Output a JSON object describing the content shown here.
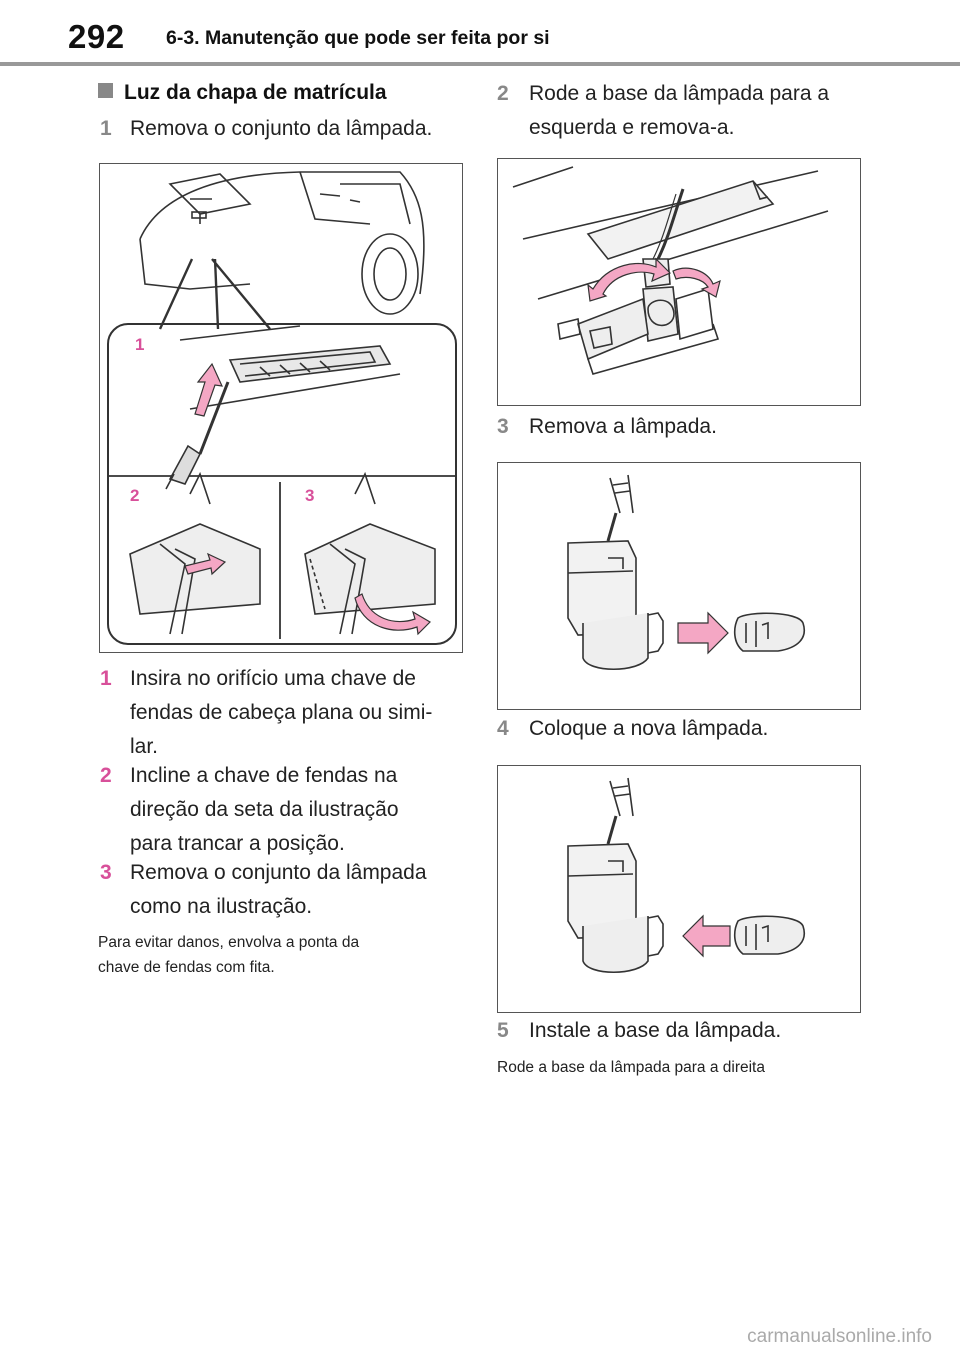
{
  "header": {
    "page_number": "292",
    "section_title": "6-3. Manutenção que pode ser feita por si"
  },
  "left": {
    "heading": "Luz da chapa de matrícula",
    "intro_step": {
      "num": "1",
      "text": "Remova o conjunto da lâmpada."
    },
    "figure_labels": [
      "1",
      "2",
      "3"
    ],
    "sub_steps": [
      {
        "num": "1",
        "lines": [
          "Insira no orifício uma chave de",
          "fendas de cabeça plana ou simi-",
          "lar."
        ]
      },
      {
        "num": "2",
        "lines": [
          "Incline a chave de fendas na",
          "direção da seta da ilustração",
          "para trancar a posição."
        ]
      },
      {
        "num": "3",
        "lines": [
          "Remova o conjunto da lâmpada",
          "como na ilustração."
        ]
      }
    ],
    "note_lines": [
      "Para evitar danos, envolva a ponta da",
      "chave de fendas com fita."
    ]
  },
  "right": {
    "steps": [
      {
        "num": "2",
        "lines": [
          "Rode a base da lâmpada para a",
          "esquerda e remova-a."
        ]
      },
      {
        "num": "3",
        "lines": [
          "Remova a lâmpada."
        ]
      },
      {
        "num": "4",
        "lines": [
          "Coloque a nova lâmpada."
        ]
      },
      {
        "num": "5",
        "lines": [
          "Instale a base da lâmpada."
        ]
      }
    ],
    "note": "Rode a base da lâmpada para a direita"
  },
  "footer": {
    "brand": "carmanualsonline.info"
  },
  "colors": {
    "accent_pink": "#d8509a",
    "step_gray": "#888888",
    "arrow_fill": "#f4a7c4",
    "rule_gray": "#999999"
  },
  "icons": [
    "square-bullet-icon"
  ]
}
